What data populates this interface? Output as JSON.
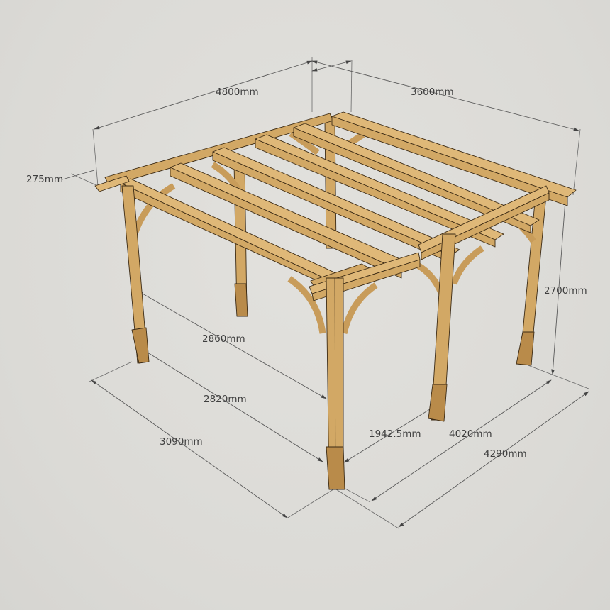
{
  "diagram": {
    "subject": "Timber pergola with rafters, cross beams, posts and curved braces",
    "colors": {
      "background": "#dcdbd7",
      "wood": "#d2a865",
      "wood_light": "#dfb878",
      "wood_dark": "#b98b4a",
      "outline": "#3b2a14",
      "dimension_line": "#5a5a5a",
      "label_text": "#3e3e3e"
    },
    "dimensions": {
      "overall_length": "4800mm",
      "overall_width": "3600mm",
      "rafter_overhang": "275mm",
      "height": "2700mm",
      "beam_span_post_to_post_top": "2860mm",
      "post_spacing_depth": "2820mm",
      "overall_depth_base": "3090mm",
      "post_spacing_half": "1942.5mm",
      "post_spacing_length": "4020mm",
      "overall_length_base": "4290mm"
    }
  }
}
